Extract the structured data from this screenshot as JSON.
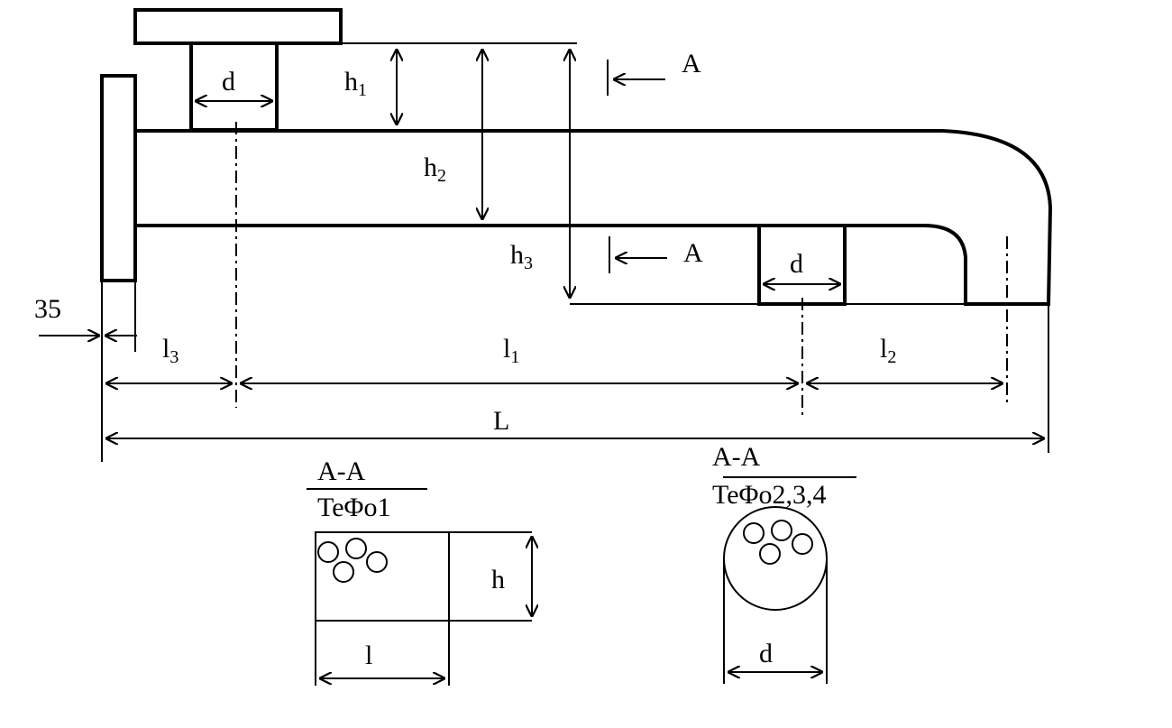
{
  "labels": {
    "h": "h",
    "d": "d",
    "l": "l",
    "L": "L",
    "sub1": "1",
    "sub2": "2",
    "sub3": "3",
    "section": "A",
    "dim35": "35",
    "sectionTitle": "A-A",
    "caption1": "TeΦo1",
    "caption2": "TeΦo2,3,4"
  },
  "colors": {
    "ink": "#000000",
    "paper": "#ffffff"
  }
}
